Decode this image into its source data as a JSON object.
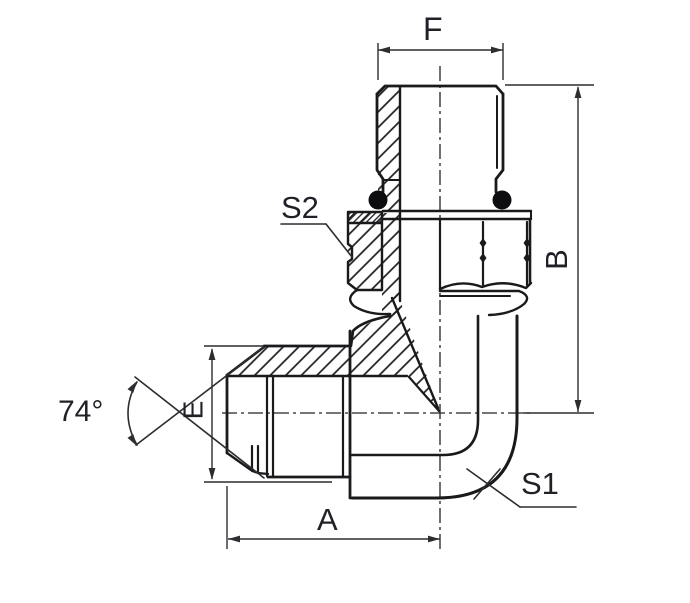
{
  "drawing": {
    "title": "90-degree elbow hydraulic adapter technical drawing",
    "background": "#ffffff",
    "labels": {
      "f": "F",
      "s2": "S2",
      "b": "B",
      "angle": "74°",
      "e": "E",
      "a": "A",
      "s1": "S1"
    },
    "colors": {
      "outline": "#1a1a1d",
      "thin_line": "#2d2d31",
      "text": "#1f2127",
      "oring_fill": "#0d0d0f"
    }
  }
}
